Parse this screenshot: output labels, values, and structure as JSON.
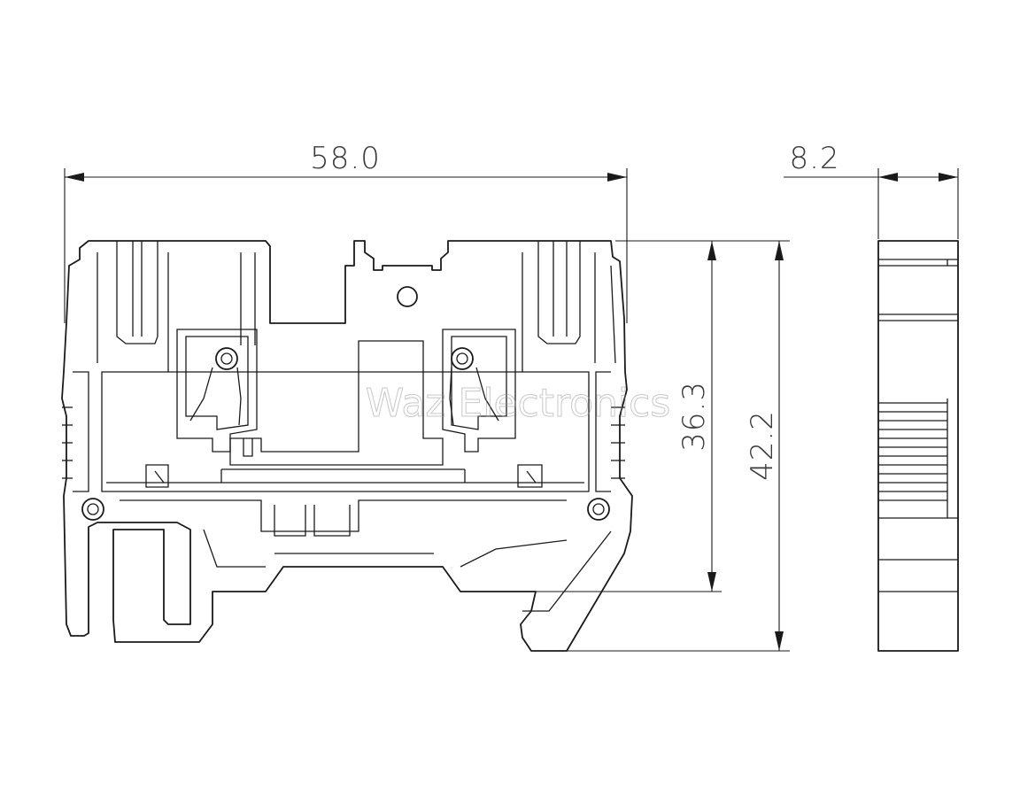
{
  "dimensions": {
    "overall_width": "58.0",
    "thickness": "8.2",
    "height_inner": "36.3",
    "height_total": "42.2"
  },
  "watermark": "Waz Electronics",
  "colors": {
    "line": "#1a1a1a",
    "dimension_text": "#3a3a3a",
    "background": "#ffffff"
  }
}
